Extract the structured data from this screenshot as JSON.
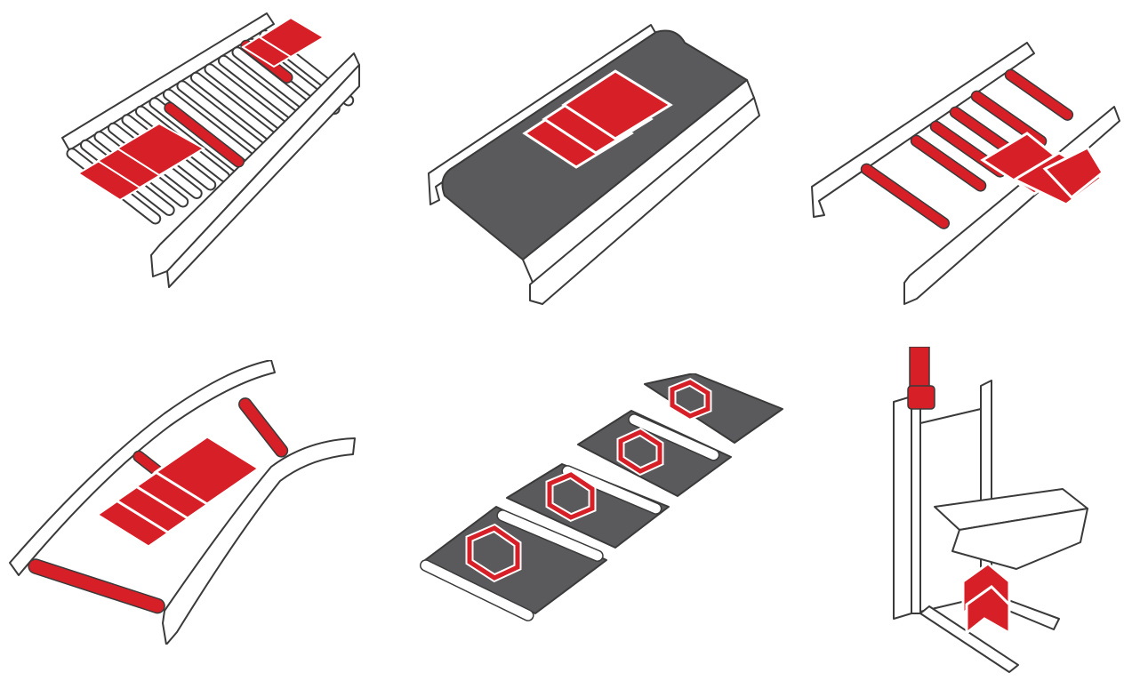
{
  "colors": {
    "accent_red": "#d71f27",
    "belt_gray": "#5a5a5c",
    "outline": "#3a3a3a",
    "roller_white": "#ffffff"
  },
  "illustrations": [
    {
      "id": "straight-roller-conveyor",
      "icon": "roller-conveyor-icon"
    },
    {
      "id": "belt-conveyor",
      "icon": "belt-conveyor-icon"
    },
    {
      "id": "accumulation-roller-conveyor",
      "icon": "accumulation-conveyor-icon"
    },
    {
      "id": "curved-roller-conveyor",
      "icon": "curve-conveyor-icon"
    },
    {
      "id": "modular-belt-conveyor",
      "icon": "modular-belt-icon"
    },
    {
      "id": "vertical-lift-conveyor",
      "icon": "vertical-lift-icon"
    }
  ]
}
